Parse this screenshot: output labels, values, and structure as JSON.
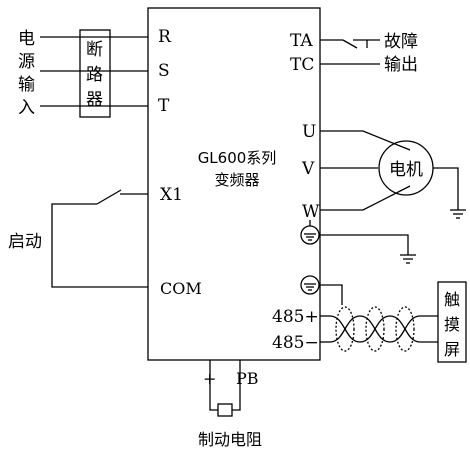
{
  "input_labels": [
    "电",
    "源",
    "输",
    "入"
  ],
  "breaker_label": [
    "断",
    "路",
    "器"
  ],
  "terminals": {
    "r": "R",
    "s": "S",
    "t": "T",
    "x1": "X1",
    "com": "COM",
    "ta": "TA",
    "tc": "TC",
    "u": "U",
    "v": "V",
    "w": "W",
    "p485": "485+",
    "n485": "485−",
    "plus": "+",
    "pb": "PB"
  },
  "inverter": {
    "line1": "GL600系列",
    "line2": "变频器"
  },
  "start_label": "启动",
  "fault_output": [
    "故障",
    "输出"
  ],
  "motor_label": "电机",
  "touch_screen": [
    "触",
    "摸",
    "屏"
  ],
  "brake_resistor": "制动电阻"
}
